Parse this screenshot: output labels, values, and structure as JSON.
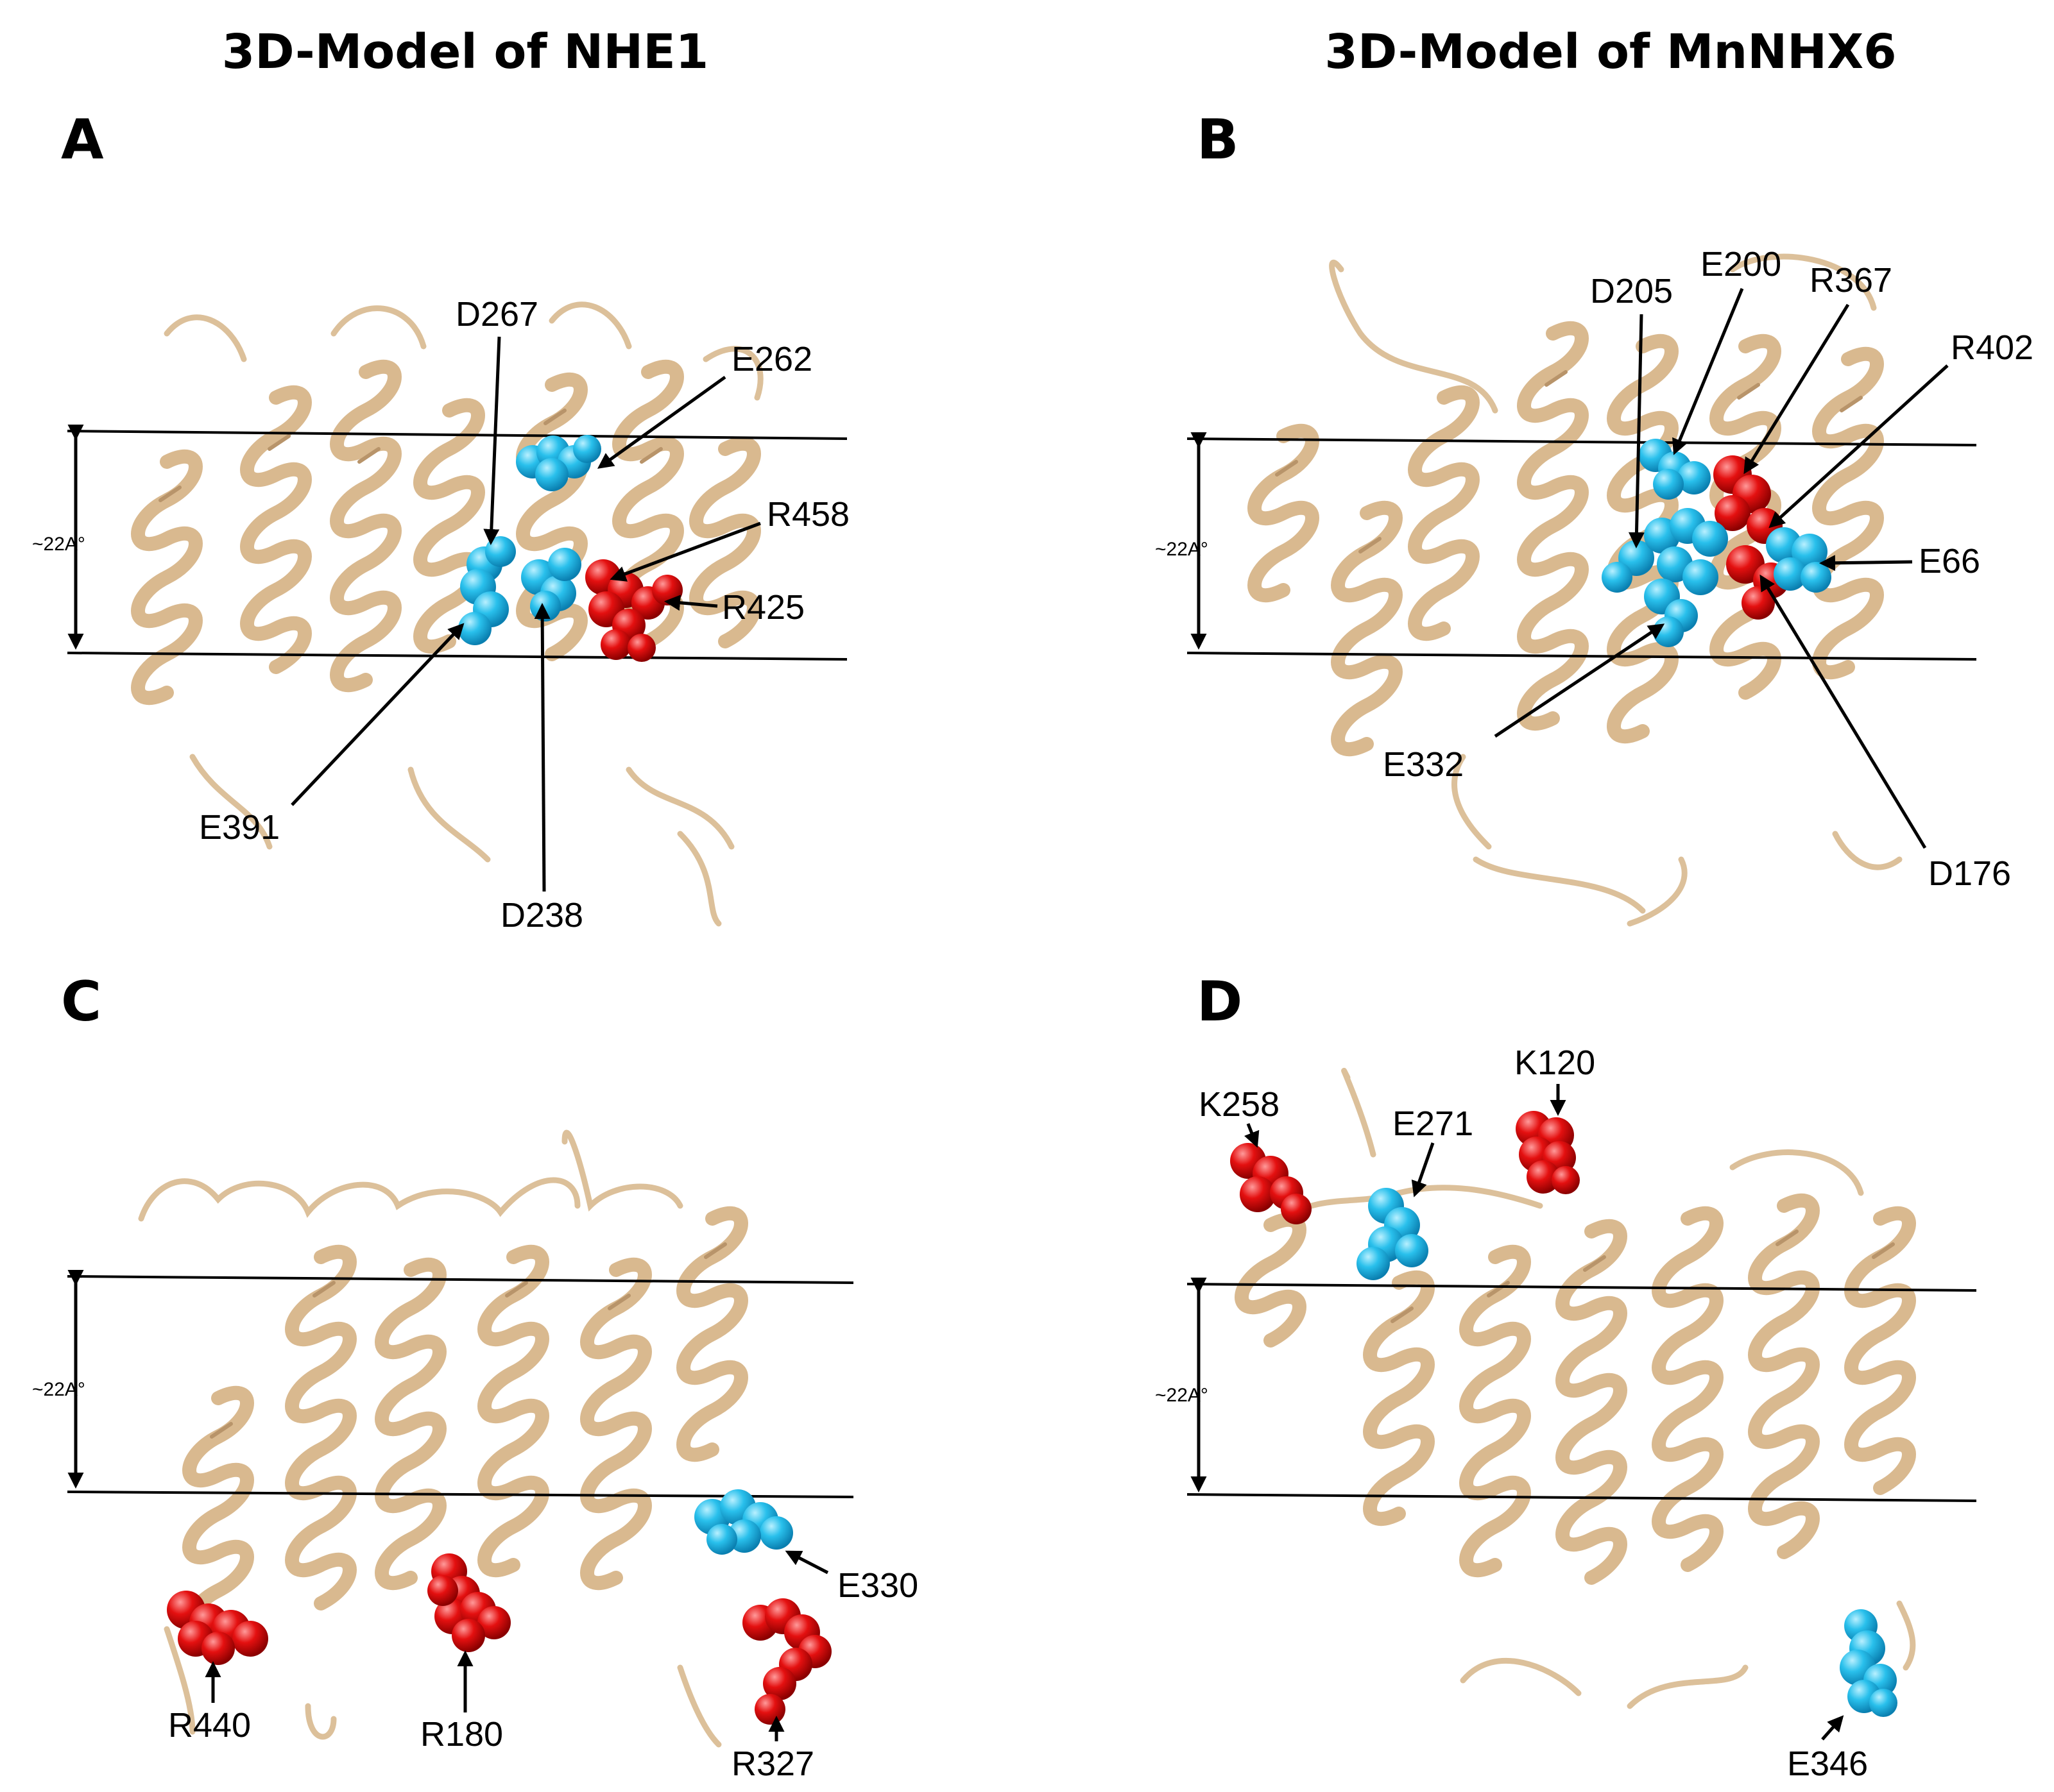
{
  "titles": {
    "left": "3D-Model of NHE1",
    "right": "3D-Model of MnNHX6"
  },
  "panels": {
    "A": "A",
    "B": "B",
    "C": "C",
    "D": "D"
  },
  "distance_label": "~22A°",
  "colors": {
    "protein": "#d9b98f",
    "acidic_residue": "#29c0ec",
    "basic_residue": "#e41010"
  },
  "labels": {
    "A": [
      "D267",
      "E262",
      "R458",
      "R425",
      "E391",
      "D238"
    ],
    "B": [
      "D205",
      "E200",
      "R367",
      "R402",
      "E66",
      "E332",
      "D176"
    ],
    "C": [
      "E330",
      "R440",
      "R180",
      "R327"
    ],
    "D": [
      "K258",
      "E271",
      "K120",
      "E346"
    ]
  }
}
